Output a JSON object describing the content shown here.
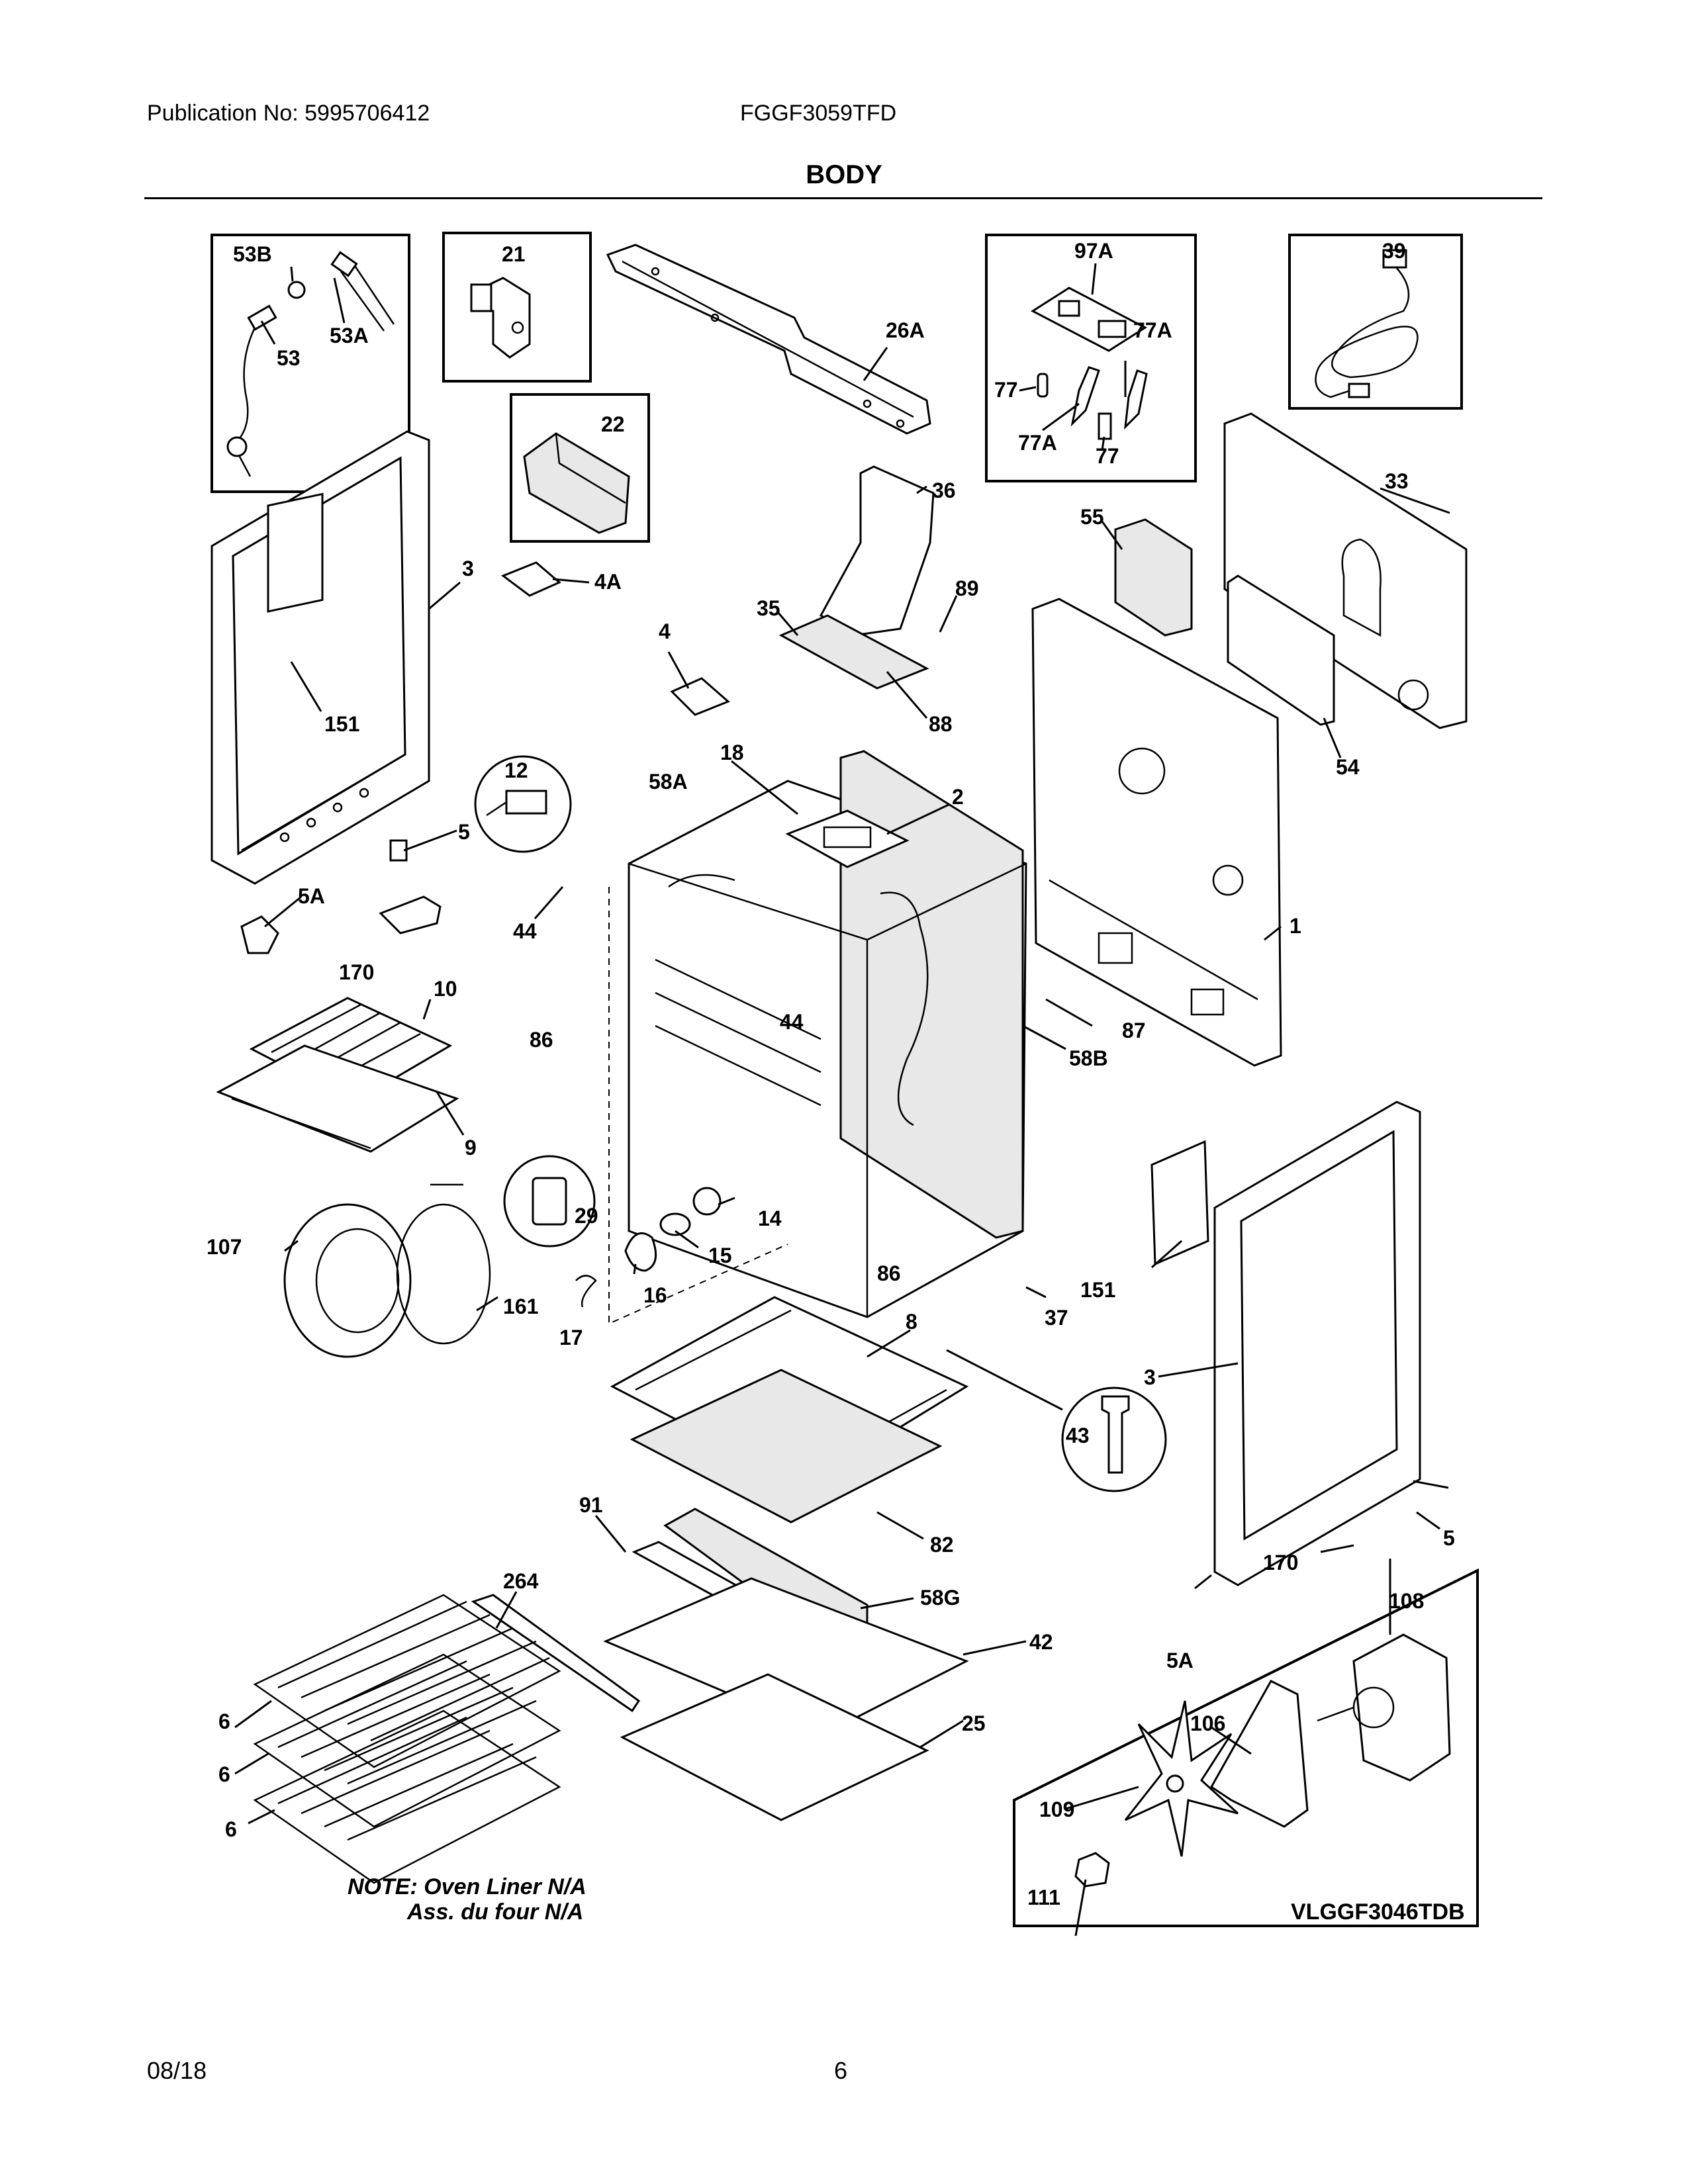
{
  "header": {
    "publication": "Publication No: 5995706412",
    "model": "FGGF3059TFD",
    "section_title": "BODY"
  },
  "diagram": {
    "callouts": [
      "53B",
      "21",
      "26A",
      "97A",
      "39",
      "53A",
      "53",
      "22",
      "77",
      "77A",
      "77A",
      "77",
      "36",
      "33",
      "55",
      "3",
      "4A",
      "35",
      "89",
      "4",
      "88",
      "151",
      "54",
      "12",
      "58A",
      "18",
      "2",
      "5",
      "1",
      "44",
      "5A",
      "170",
      "10",
      "87",
      "86",
      "44",
      "58B",
      "9",
      "29",
      "14",
      "107",
      "15",
      "86",
      "151",
      "37",
      "161",
      "16",
      "17",
      "8",
      "3",
      "43",
      "91",
      "82",
      "5",
      "264",
      "58G",
      "170",
      "42",
      "5A",
      "108",
      "6",
      "25",
      "106",
      "6",
      "6",
      "109",
      "111"
    ],
    "note_line1": "NOTE: Oven Liner N/A",
    "note_line2": "Ass. du four N/A",
    "diagram_code": "VLGGF3046TDB"
  },
  "footer": {
    "date": "08/18",
    "page": "6"
  }
}
